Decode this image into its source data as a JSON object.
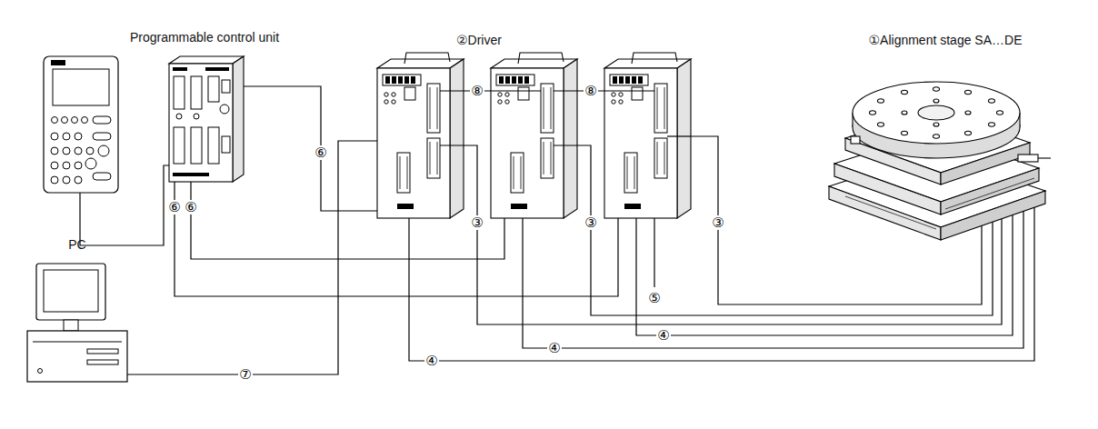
{
  "diagram": {
    "nodes": [
      {
        "text": [
          "Programmable control unit"
        ]
      },
      {
        "text": [
          "②Driver"
        ]
      },
      {
        "text": [
          "①Alignment stage SA…DE"
        ]
      },
      {
        "text": [
          "PC"
        ]
      }
    ],
    "edges": [
      {
        "from": 0,
        "to": 1,
        "arrow": "none",
        "label": "⑥"
      },
      {
        "from": 3,
        "to": 1,
        "arrow": "none",
        "label": "⑦"
      },
      {
        "from": 1,
        "to": 2,
        "arrow": "none",
        "label": "③"
      }
    ],
    "labels": [
      "⑥",
      "⑥",
      "⑧",
      "⑧",
      "③",
      "③",
      "④",
      "④",
      "④",
      "⑤"
    ]
  }
}
